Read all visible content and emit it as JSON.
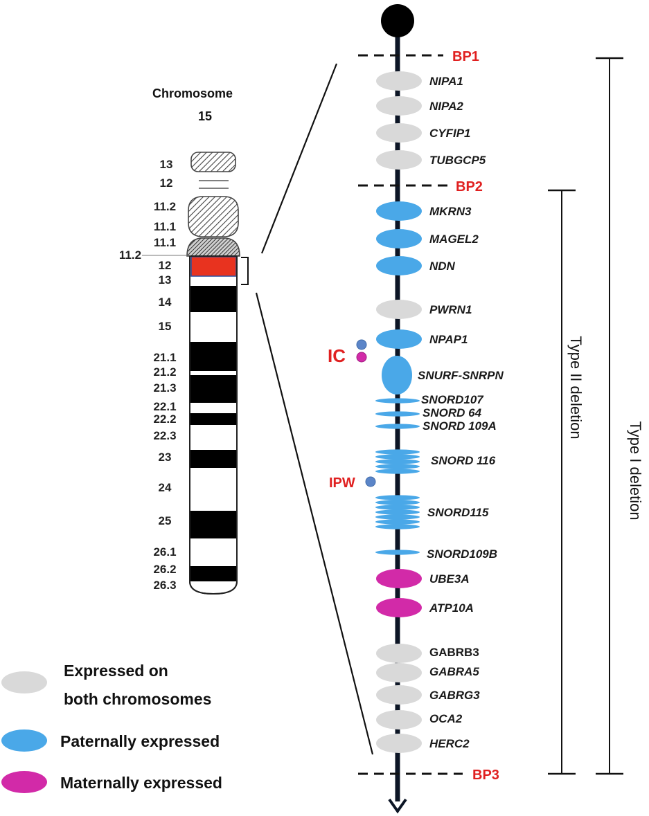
{
  "chromosome": {
    "title_line1": "Chromosome",
    "title_line2": "15",
    "bands": [
      "13",
      "12",
      "11.2",
      "11.1",
      "11.1",
      "11.2",
      "12",
      "13",
      "14",
      "15",
      "21.1",
      "21.2",
      "21.3",
      "22.1",
      "22.2",
      "22.3",
      "23",
      "24",
      "25",
      "26.1",
      "26.2",
      "26.3"
    ]
  },
  "colors": {
    "both": "#d9d9d9",
    "paternal": "#4aa8e8",
    "maternal": "#d22aa8",
    "breakpoint": "#e02020",
    "highlight": "#e8331f"
  },
  "breakpoints": [
    "BP1",
    "BP2",
    "BP3"
  ],
  "genes": [
    {
      "name": "NIPA1",
      "expression": "both"
    },
    {
      "name": "NIPA2",
      "expression": "both"
    },
    {
      "name": "CYFIP1",
      "expression": "both"
    },
    {
      "name": "TUBGCP5",
      "expression": "both"
    },
    {
      "name": "MKRN3",
      "expression": "paternal"
    },
    {
      "name": "MAGEL2",
      "expression": "paternal"
    },
    {
      "name": "NDN",
      "expression": "paternal"
    },
    {
      "name": "PWRN1",
      "expression": "both"
    },
    {
      "name": "NPAP1",
      "expression": "paternal"
    },
    {
      "name": "SNURF-SNRPN",
      "expression": "paternal"
    },
    {
      "name": "SNORD107",
      "expression": "paternal"
    },
    {
      "name": "SNORD 64",
      "expression": "paternal"
    },
    {
      "name": "SNORD 109A",
      "expression": "paternal"
    },
    {
      "name": "SNORD 116",
      "expression": "paternal"
    },
    {
      "name": "SNORD115",
      "expression": "paternal"
    },
    {
      "name": "SNORD109B",
      "expression": "paternal"
    },
    {
      "name": "UBE3A",
      "expression": "maternal"
    },
    {
      "name": "ATP10A",
      "expression": "maternal"
    },
    {
      "name": "GABRB3",
      "expression": "both"
    },
    {
      "name": "GABRA5",
      "expression": "both"
    },
    {
      "name": "GABRG3",
      "expression": "both"
    },
    {
      "name": "OCA2",
      "expression": "both"
    },
    {
      "name": "HERC2",
      "expression": "both"
    }
  ],
  "markers": {
    "ic": "IC",
    "ipw": "IPW"
  },
  "deletions": {
    "type2": "Type II deletion",
    "type1": "Type I deletion"
  },
  "legend": {
    "both_line1": "Expressed on",
    "both_line2": "both chromosomes",
    "paternal": "Paternally expressed",
    "maternal": "Maternally expressed"
  }
}
